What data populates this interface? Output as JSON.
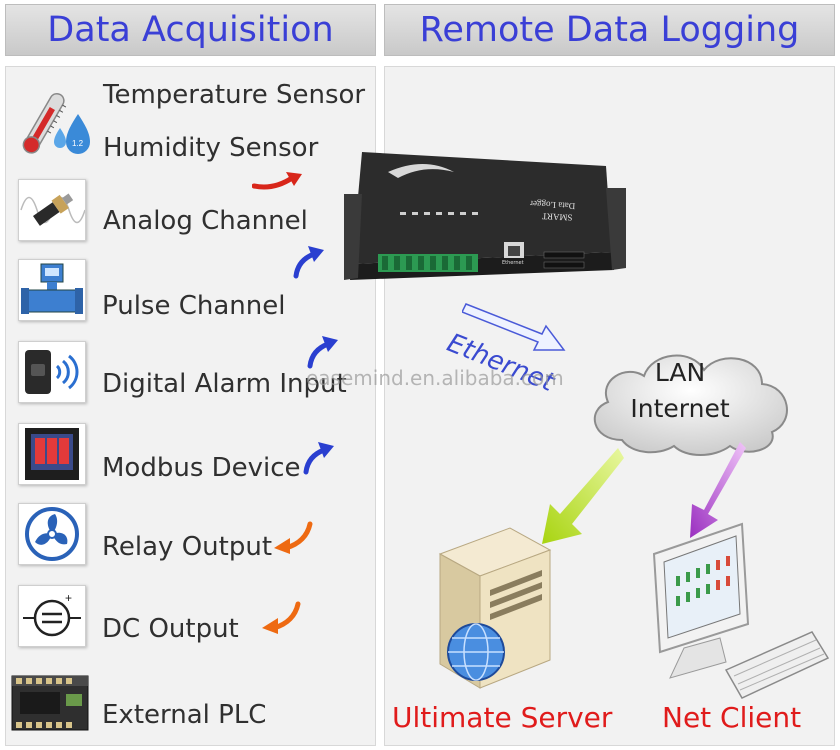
{
  "headers": {
    "left": "Data Acquisition",
    "right": "Remote Data Logging"
  },
  "inputs": [
    {
      "label": "Temperature Sensor",
      "icon": "thermometer-icon"
    },
    {
      "label": "Humidity Sensor",
      "icon": "humidity-drop-icon"
    },
    {
      "label": "Analog Channel",
      "icon": "pressure-transmitter-icon"
    },
    {
      "label": "Pulse Channel",
      "icon": "flowmeter-icon"
    },
    {
      "label": "Digital Alarm Input",
      "icon": "wireless-sensor-icon"
    },
    {
      "label": "Modbus Device",
      "icon": "power-meter-icon"
    },
    {
      "label": "Relay Output",
      "icon": "fan-icon"
    },
    {
      "label": "DC Output",
      "icon": "dc-symbol-icon"
    },
    {
      "label": "External PLC",
      "icon": "plc-icon"
    }
  ],
  "device": {
    "name_line1": "SMART",
    "name_line2": "Data Logger",
    "port_label": "Ethernet"
  },
  "link": {
    "label": "Ethernet"
  },
  "cloud": {
    "line1": "LAN",
    "line2": "Internet"
  },
  "watermark": "easemind.en.alibaba.com",
  "bottom": {
    "server": "Ultimate Server",
    "client": "Net Client"
  },
  "colors": {
    "header_text": "#3a3fd6",
    "bottom_text": "#e01b1b",
    "arrow_red": "#d8261a",
    "arrow_blue": "#2a3fd0",
    "arrow_orange": "#ee6a12",
    "arrow_green": "#b8e020",
    "arrow_purple": "#9a2fc0"
  }
}
